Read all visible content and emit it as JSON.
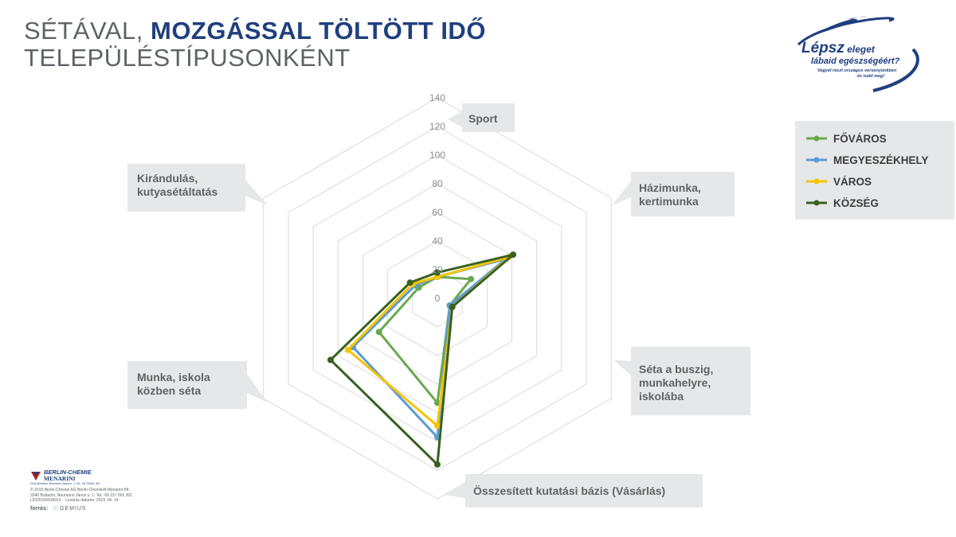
{
  "header": {
    "title_line1_light": "SÉTÁVAL, ",
    "title_line1_bold": "MOZGÁSSAL TÖLTÖTT IDŐ",
    "title_line2": "TELEPÜLÉSTÍPUSONKÉNT"
  },
  "logo": {
    "brand_line1a": "Lépsz",
    "brand_line1b": " eleget",
    "brand_line2": "lábaid egészségéért?",
    "brand_line3": "Vegyél részt országos versenyünkben",
    "brand_line4": "és tudd meg!"
  },
  "colors": {
    "fovaros": "#6aa84f",
    "megyeszekhely": "#5b9bd5",
    "varos": "#f5c400",
    "kozseg": "#38601f",
    "grid": "#d9d9d9",
    "callout_bg": "#e6e7e8",
    "title_bold": "#1f3f7f"
  },
  "chart_data": {
    "type": "radar",
    "axes": [
      "Sport",
      "Házimunka, kertimunka",
      "Séta a buszig, munkahelyre, iskolába",
      "Összesített kutatási bázis (Vásárlás)",
      "Munka, iskola közben séta",
      "Kirándulás, kutyasétáltatás"
    ],
    "rlim": [
      0,
      140
    ],
    "ticks": [
      0,
      20,
      40,
      60,
      80,
      100,
      120,
      140
    ],
    "grid": true,
    "legend_position": "right",
    "series": [
      {
        "name": "FŐVÁROS",
        "color_key": "fovaros",
        "values": [
          15,
          27,
          10,
          73,
          47,
          15
        ]
      },
      {
        "name": "MEGYESZÉKHELY",
        "color_key": "megyeszekhely",
        "values": [
          15,
          55,
          10,
          97,
          68,
          18
        ]
      },
      {
        "name": "VÁROS",
        "color_key": "varos",
        "values": [
          15,
          58,
          12,
          89,
          72,
          20
        ]
      },
      {
        "name": "KÖZSÉG",
        "color_key": "kozseg",
        "values": [
          18,
          61,
          12,
          116,
          86,
          22
        ]
      }
    ]
  },
  "labels": {
    "sport": "Sport",
    "hazimunka_1": "Házimunka,",
    "hazimunka_2": "kertimunka",
    "seta_1": "Séta a buszig,",
    "seta_2": "munkahelyre,",
    "seta_3": "iskolába",
    "osszesitett": "Összesített kutatási bázis (Vásárlás)",
    "munka_1": "Munka, iskola",
    "munka_2": "közben séta",
    "kirandulas_1": "Kirándulás,",
    "kirandulas_2": "kutyasétáltatás"
  },
  "footer": {
    "company1": "BERLIN-CHEMIE",
    "company2": "MENARINI",
    "address_small": "2040 Budaörs, Neumann János u. 1. Tel.: 06 23/501 301",
    "copyright": "© 2019 Berlin-Chemie AG Berlin-Chemie/A.Menarini Kft.",
    "address": "2040 Budaörs, Neumann János u. 1. Tel.: 06 23 / 501 301",
    "code": "LIO2019/4180/1#",
    "date": "Lezárás dátuma: 2019. 06. 14.",
    "source_label": "forrás:",
    "source_name": "GEMIUS"
  }
}
